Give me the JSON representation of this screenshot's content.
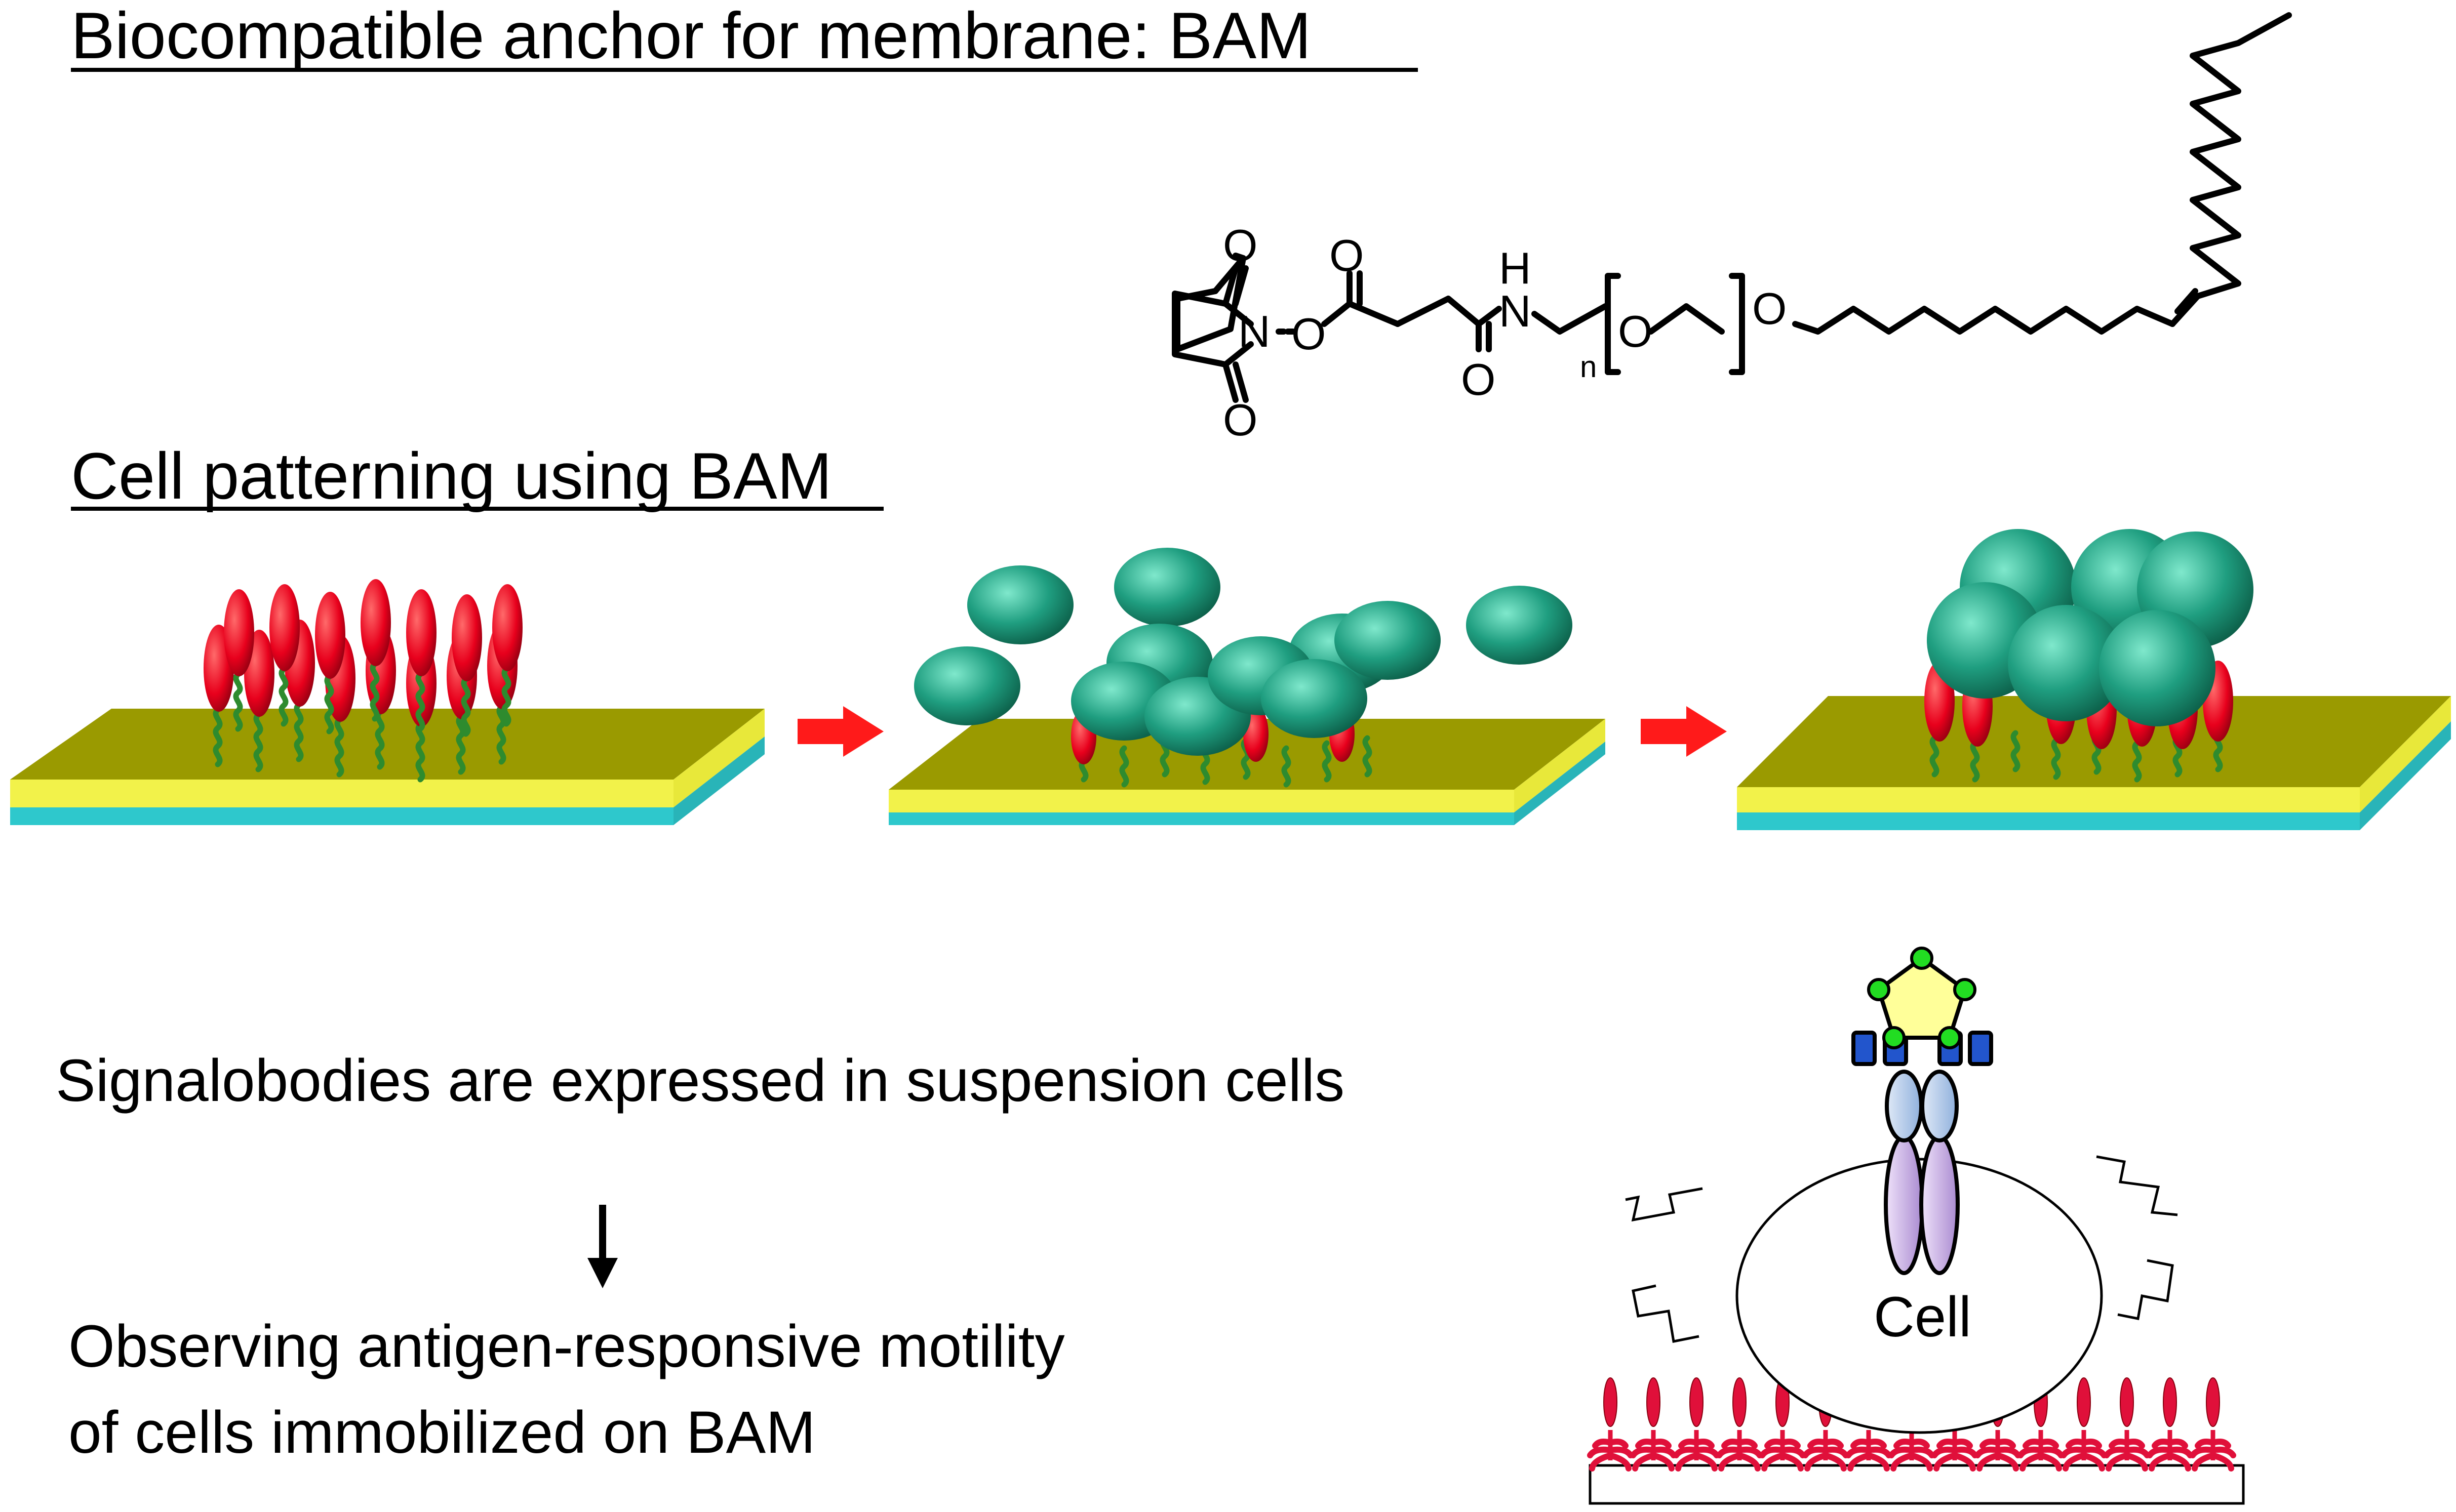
{
  "heading_bam": "Biocompatible anchor for membrane: BAM",
  "heading_patterning": "Cell patterning using BAM",
  "step_signalobodies": "Signalobodies are expressed in suspension cells",
  "step_observing_line1": "Observing antigen-responsive motility",
  "step_observing_line2": "of cells immobilized on BAM",
  "cell_label": "Cell",
  "chem": {
    "o_top_ring": "O",
    "n_ring": "N",
    "o_link": "O",
    "o_carbonyl_top": "O",
    "h_amide": "H",
    "n_amide": "N",
    "o_amide": "O",
    "o_bottom_ring": "O",
    "o_peg": "O",
    "o_ether": "O",
    "subscript_n": "n"
  },
  "colors": {
    "substrate_top": "#9a9a00",
    "substrate_yellow": "#f2f24a",
    "substrate_cyan": "#2ec8cc",
    "bam_head": "#e8001c",
    "bam_tail": "#2e8b2e",
    "cell_teal": "#1f9e80",
    "arrow_red": "#ff1a1a",
    "antigen_yellow": "#ffff99",
    "antigen_dot": "#22dd22",
    "receptor_blue": "#2255cc",
    "receptor_light": "#aac4e8",
    "receptor_violet": "#c7a7e0",
    "bottom_bam_red": "#e0103a"
  }
}
